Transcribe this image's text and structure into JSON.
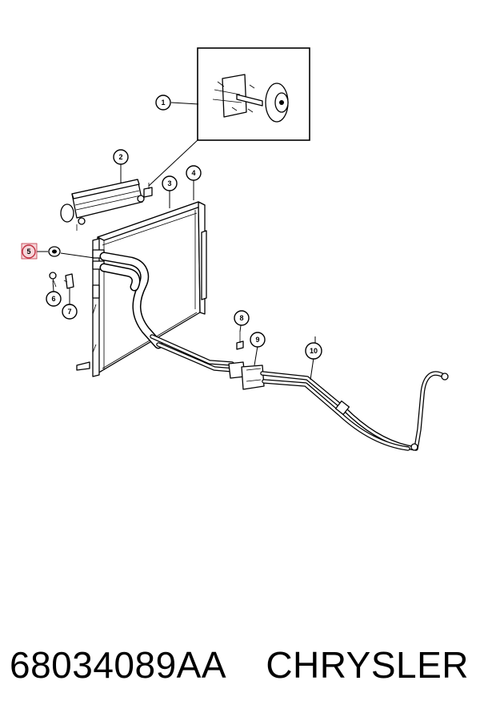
{
  "callouts": [
    {
      "id": "1",
      "label": "1",
      "highlight": false
    },
    {
      "id": "2",
      "label": "2",
      "highlight": false
    },
    {
      "id": "3",
      "label": "3",
      "highlight": false
    },
    {
      "id": "4",
      "label": "4",
      "highlight": false
    },
    {
      "id": "5",
      "label": "5",
      "highlight": true
    },
    {
      "id": "6",
      "label": "6",
      "highlight": false
    },
    {
      "id": "7",
      "label": "7",
      "highlight": false
    },
    {
      "id": "8",
      "label": "8",
      "highlight": false
    },
    {
      "id": "9",
      "label": "9",
      "highlight": false
    },
    {
      "id": "10",
      "label": "10",
      "highlight": false
    }
  ],
  "footer": {
    "part_number": "68034089AA",
    "brand": "CHRYSLER"
  },
  "colors": {
    "highlight_fill": "#f6d6da",
    "highlight_stroke": "#c03040",
    "ink": "#000000"
  }
}
